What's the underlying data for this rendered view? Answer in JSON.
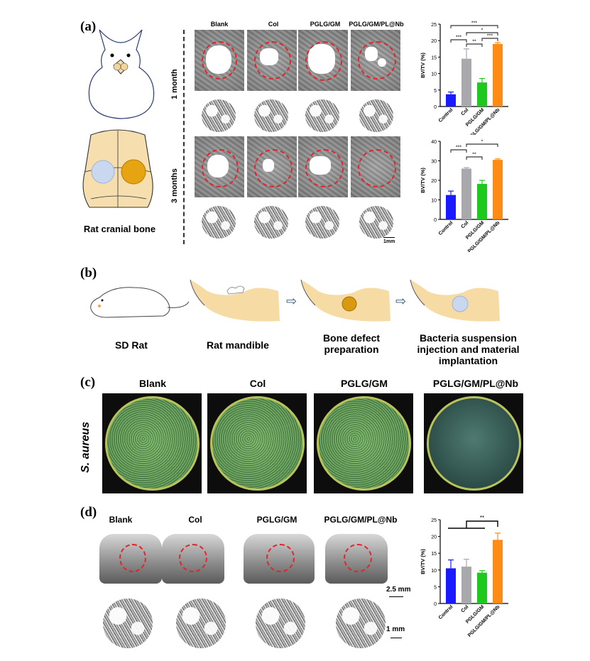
{
  "panels": {
    "a": "(a)",
    "b": "(b)",
    "c": "(c)",
    "d": "(d)"
  },
  "panel_a": {
    "columns": [
      "Blank",
      "Col",
      "PGLG/GM",
      "PGLG/GM/PL@Nb"
    ],
    "rows": [
      "1 month",
      "3 months"
    ],
    "caption": "Rat cranial bone",
    "scale": "1mm"
  },
  "panel_b": {
    "steps": [
      "SD Rat",
      "Rat mandible",
      "Bone defect\npreparation",
      "Bacteria suspension\ninjection and material\nimplantation"
    ]
  },
  "panel_c": {
    "columns": [
      "Blank",
      "Col",
      "PGLG/GM",
      "PGLG/GM/PL@Nb"
    ],
    "row_label": "S. aureus"
  },
  "panel_d": {
    "columns": [
      "Blank",
      "Col",
      "PGLG/GM",
      "PGLG/GM/PL@Nb"
    ],
    "scale_top": "2.5 mm",
    "scale_bottom": "1 mm"
  },
  "colors": {
    "control": "#1a1aff",
    "col": "#a8a8ad",
    "pglg": "#1ec81e",
    "nb": "#ff8a14",
    "ring": "#e0262b"
  },
  "chart_data": [
    {
      "type": "bar",
      "categories": [
        "Control",
        "Col",
        "PGLG/GM",
        "PGLG/GM/PL@Nb"
      ],
      "values": [
        3.7,
        14.5,
        7.3,
        19.0
      ],
      "errors": [
        0.7,
        3.0,
        1.2,
        0.4
      ],
      "ylabel": "BV/TV (%)",
      "ylim": [
        0,
        25
      ],
      "yticks": [
        "0",
        "5",
        "10",
        "15",
        "20",
        "25"
      ],
      "sig": [
        "***",
        "*",
        "***",
        "**",
        "***"
      ]
    },
    {
      "type": "bar",
      "categories": [
        "Control",
        "Col",
        "PGLG/GM",
        "PGLG/GM/PL@Nb"
      ],
      "values": [
        12.5,
        26.0,
        18.2,
        30.5
      ],
      "errors": [
        2.0,
        0.5,
        1.8,
        0.5
      ],
      "ylabel": "BV/TV (%)",
      "ylim": [
        0,
        40
      ],
      "yticks": [
        "0",
        "10",
        "20",
        "30",
        "40"
      ],
      "sig": [
        "*",
        "***",
        "**"
      ]
    },
    {
      "type": "bar",
      "categories": [
        "Control",
        "Col",
        "PGLG/GM",
        "PGLG/GM/PL@Nb"
      ],
      "values": [
        10.5,
        11.0,
        9.2,
        19.0
      ],
      "errors": [
        2.5,
        2.2,
        0.6,
        2.0
      ],
      "ylabel": "BV/TV (%)",
      "ylim": [
        0,
        25
      ],
      "yticks": [
        "0",
        "5",
        "10",
        "15",
        "20",
        "25"
      ],
      "sig": [
        "**"
      ]
    }
  ]
}
